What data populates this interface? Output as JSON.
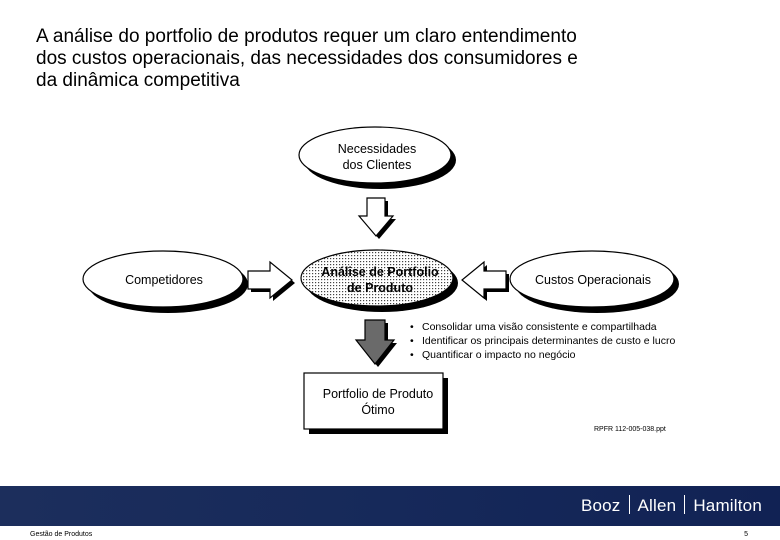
{
  "title": {
    "line1": "A análise do portfolio de produtos requer um claro entendimento",
    "line2": "dos custos operacionais, das necessidades dos consumidores e",
    "line3": "da dinâmica competitiva"
  },
  "diagram": {
    "needs": {
      "line1": "Necessidades",
      "line2": "dos Clientes"
    },
    "competitors": "Competidores",
    "center": {
      "line1": "Análise de Portfolio",
      "line2": "de Produto"
    },
    "costs": "Custos Operacionais",
    "bullets": [
      "Consolidar uma visão consistente e compartilhada",
      "Identificar os principais determinantes de custo e lucro",
      "Quantificar o impacto no negócio"
    ],
    "result": {
      "line1": "Portfolio de Produto",
      "line2": "Ótimo"
    },
    "reference": "RPFR 112-005-038.ppt"
  },
  "footer": {
    "brand": {
      "part1": "Booz",
      "part2": "Allen",
      "part3": "Hamilton"
    },
    "left_text": "Gestão de Produtos",
    "page_number": "5"
  },
  "colors": {
    "footer_band": "#16295a",
    "shape_fill": "#ffffff",
    "shadow": "#000000",
    "arrow_fill": "#ffffff",
    "arrow_shaded": "#555555"
  }
}
